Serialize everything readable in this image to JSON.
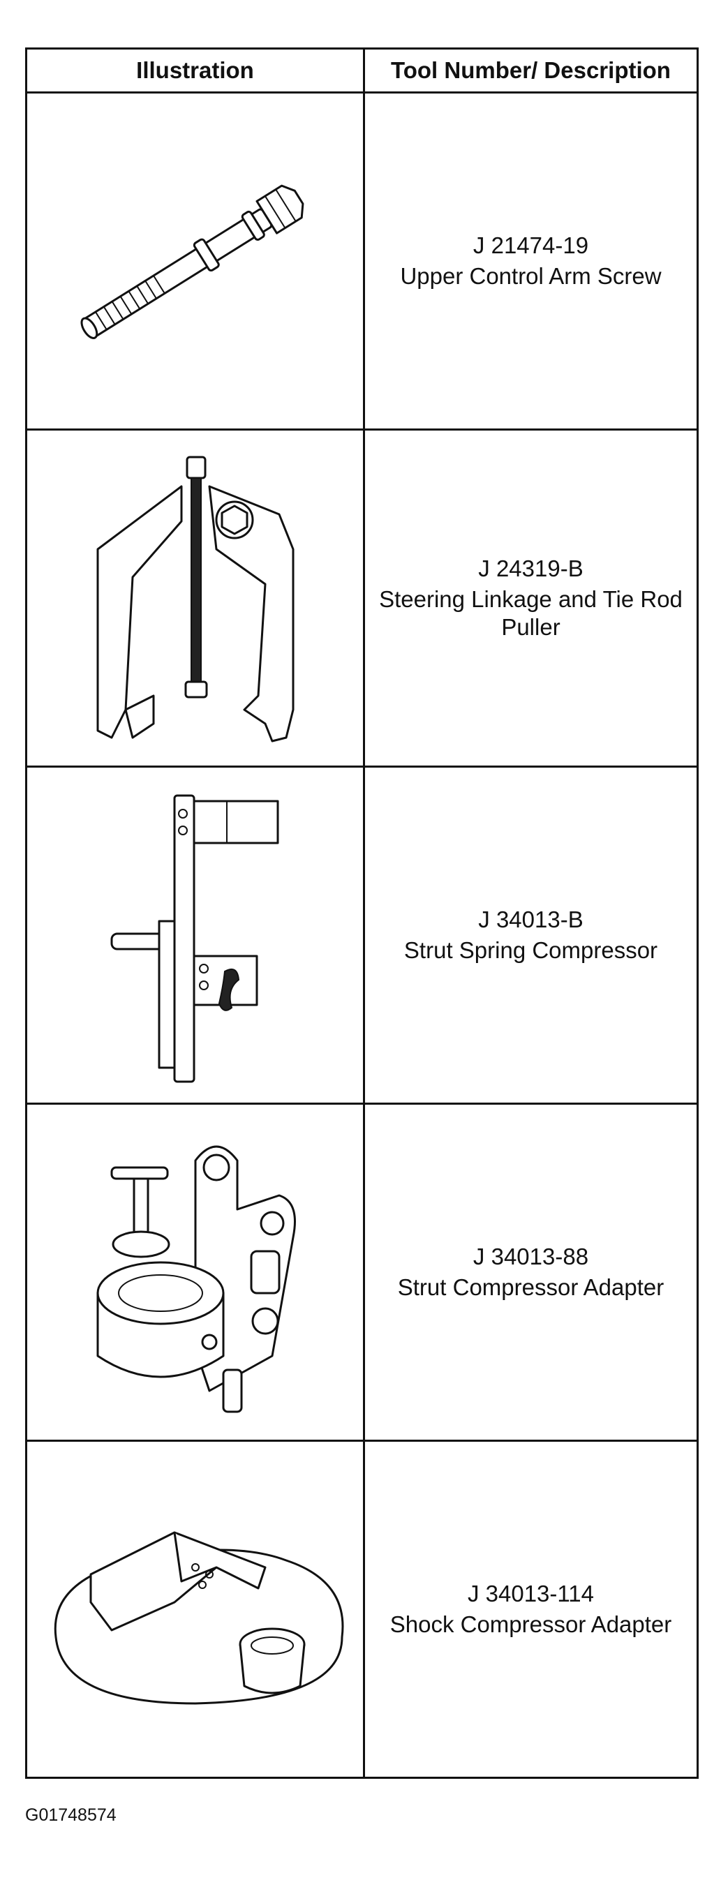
{
  "table": {
    "headers": [
      "Illustration",
      "Tool Number/ Description"
    ],
    "rows": [
      {
        "tool_number": "J 21474-19",
        "description": "Upper Control Arm Screw",
        "illustration": "screw-illustration"
      },
      {
        "tool_number": "J 24319-B",
        "description": "Steering Linkage and Tie Rod Puller",
        "illustration": "puller-illustration"
      },
      {
        "tool_number": "J 34013-B",
        "description": "Strut Spring Compressor",
        "illustration": "compressor-illustration"
      },
      {
        "tool_number": "J 34013-88",
        "description": "Strut Compressor Adapter",
        "illustration": "adapter-illustration"
      },
      {
        "tool_number": "J 34013-114",
        "description": "Shock Compressor Adapter",
        "illustration": "shock-adapter-illustration"
      }
    ]
  },
  "figure_id": "G01748574"
}
